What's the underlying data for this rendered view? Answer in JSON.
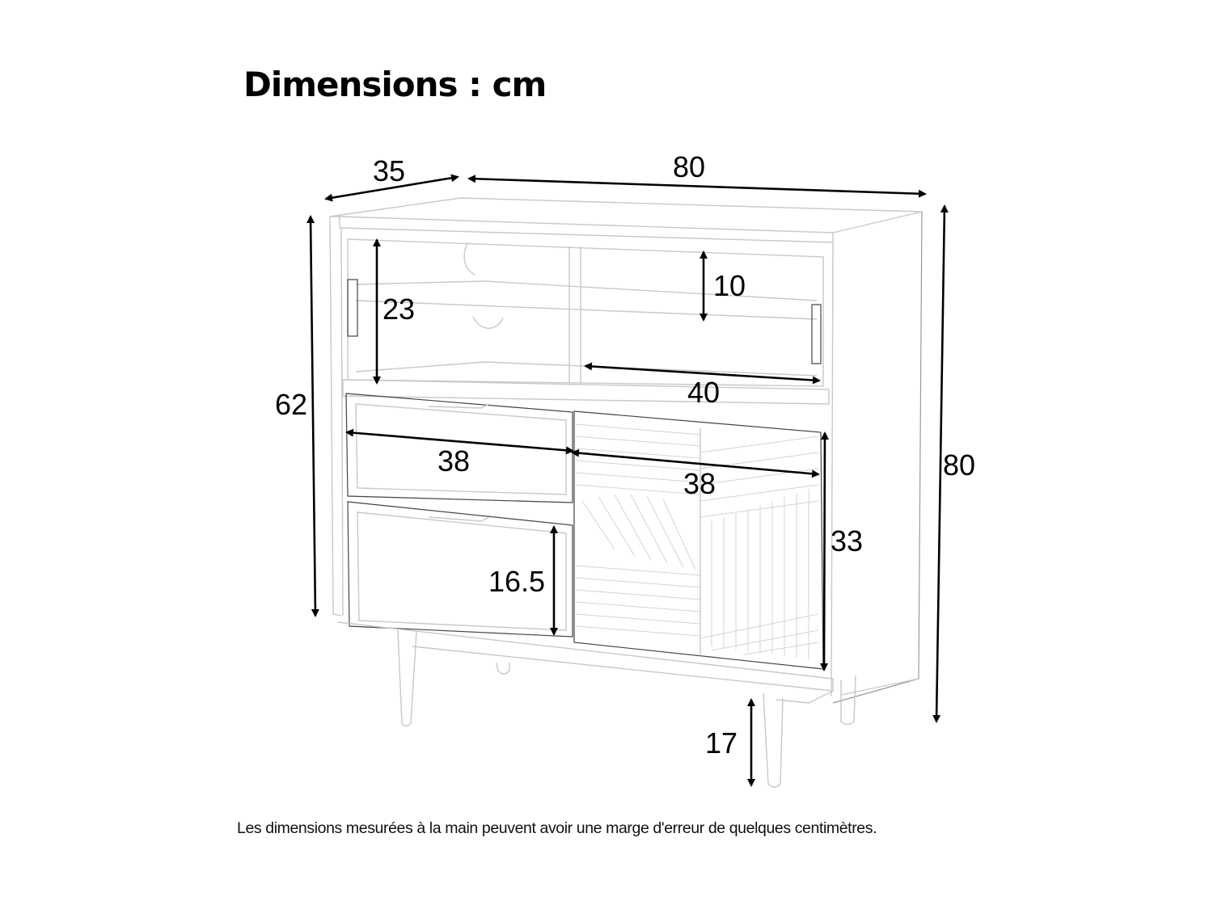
{
  "title": "Dimensions : cm",
  "footnote": "Les dimensions mesurées à la main peuvent avoir une marge d'erreur de quelques centimètres.",
  "diagram": {
    "subject": "sideboard-cabinet",
    "dimensions": {
      "depth": "35",
      "width": "80",
      "body_height": "62",
      "total_height": "80",
      "upper_compartment_height": "23",
      "shelf_gap_height": "10",
      "upper_compartment_width": "40",
      "drawer_width": "38",
      "door_width": "38",
      "door_height": "33",
      "drawer_height": "16.5",
      "leg_height": "17"
    }
  }
}
